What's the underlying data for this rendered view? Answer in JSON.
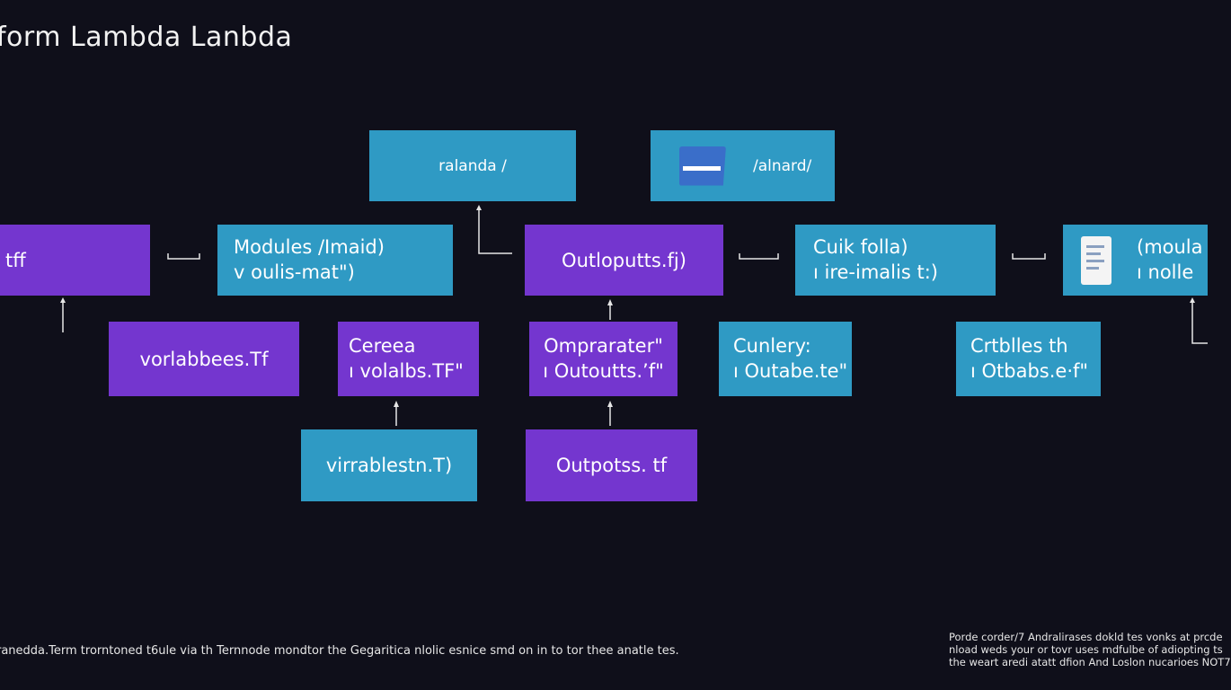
{
  "title": "form Lambda Lanbda",
  "nodes": {
    "top_left": "ralanda /",
    "top_right": "/alnard/",
    "left_edge": "tff",
    "modules": [
      "Modules /Imaid)",
      "v oulis-mat\")"
    ],
    "outputs_main": "Outloputts.fj)",
    "cuik": [
      "Cuik folla)",
      "ı ire-imalis t:)"
    ],
    "moula": [
      "(moula",
      "ı nolle"
    ],
    "vorlabbees": "vorlabbees.Tf",
    "cereea": [
      "Cereea",
      "ı volalbs.TF\""
    ],
    "ompraraten": [
      "Omprarater\"",
      "ı Outoutts.’f\""
    ],
    "cunlery": [
      "Cunlery:",
      "ı Outabe.te\""
    ],
    "crtblles": [
      "Crtblles th",
      "ı Otbabs.e·f\""
    ],
    "virrablestn": "virrablestn.T)",
    "outpotss": "Outpotss. tf"
  },
  "footer": {
    "left": "ranedda.Term trorntoned t6ule via th Ternnode mondtor the Gegaritica nlolic esnice smd on in to tor thee anatle tes.",
    "right": [
      "Porde corder/7 Andralirases dokld tes vonks at prcde",
      "nload weds your or tovr uses mdfulbe of adiopting ts",
      "the weart aredi atatt dfion And Loslon nucarioes NOT7"
    ]
  },
  "colors": {
    "background": "#0f0f1a",
    "teal": "#2f9ac4",
    "purple": "#7436cf",
    "connector": "#e6e6e6"
  },
  "icons": [
    "window-icon",
    "document-icon"
  ]
}
